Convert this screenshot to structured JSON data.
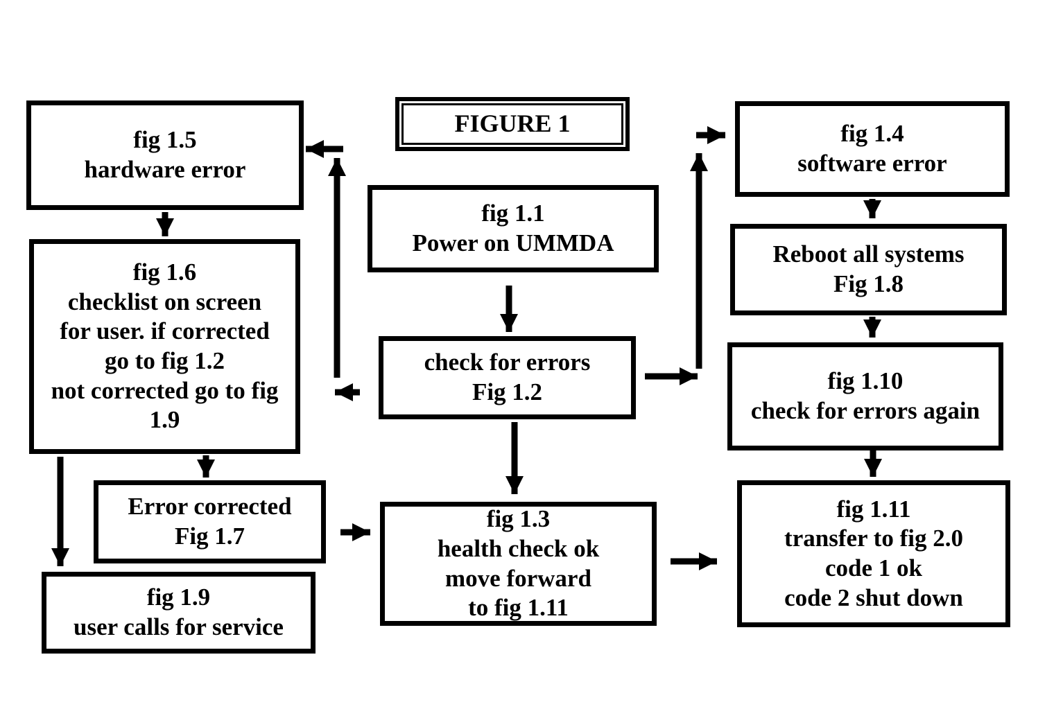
{
  "title": "FIGURE 1",
  "colors": {
    "line": "#000000",
    "background": "#ffffff"
  },
  "nodes": {
    "fig_1_5": {
      "label": "fig 1.5\nhardware error"
    },
    "fig_1_4": {
      "label": "fig 1.4\nsoftware error"
    },
    "fig_1_1": {
      "label": "fig 1.1\nPower on UMMDA"
    },
    "fig_1_6": {
      "label": "fig 1.6\nchecklist on screen\nfor user. if corrected\ngo to fig 1.2\nnot corrected go to fig\n1.9"
    },
    "fig_1_8": {
      "label": "Reboot all systems\nFig 1.8"
    },
    "fig_1_2": {
      "label": "check for errors\nFig 1.2"
    },
    "fig_1_10": {
      "label": "fig 1.10\ncheck for errors again"
    },
    "fig_1_7": {
      "label": "Error corrected\nFig 1.7"
    },
    "fig_1_3": {
      "label": "fig 1.3\nhealth check ok\nmove forward\nto fig 1.11"
    },
    "fig_1_9": {
      "label": "fig 1.9\nuser calls for service"
    },
    "fig_1_11": {
      "label": "fig 1.11\ntransfer to fig 2.0\ncode 1 ok\ncode 2 shut down"
    }
  },
  "edges": [
    {
      "from": "fig_1_1",
      "to": "fig_1_2"
    },
    {
      "from": "fig_1_2",
      "to": "fig_1_5"
    },
    {
      "from": "fig_1_2",
      "to": "fig_1_4"
    },
    {
      "from": "fig_1_2",
      "to": "fig_1_3"
    },
    {
      "from": "fig_1_5",
      "to": "fig_1_6"
    },
    {
      "from": "fig_1_6",
      "to": "fig_1_7"
    },
    {
      "from": "fig_1_6",
      "to": "fig_1_9"
    },
    {
      "from": "fig_1_7",
      "to": "fig_1_3"
    },
    {
      "from": "fig_1_4",
      "to": "fig_1_8"
    },
    {
      "from": "fig_1_8",
      "to": "fig_1_10"
    },
    {
      "from": "fig_1_10",
      "to": "fig_1_11"
    },
    {
      "from": "fig_1_3",
      "to": "fig_1_11"
    }
  ]
}
